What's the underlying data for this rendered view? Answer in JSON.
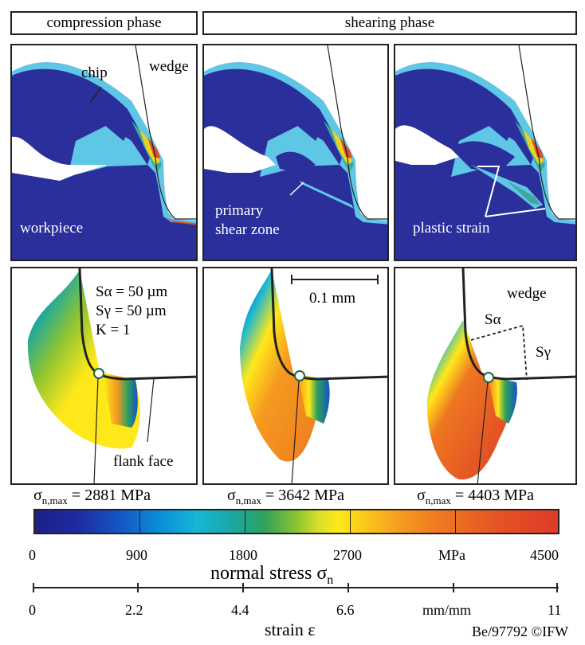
{
  "phases": {
    "compression": "compression phase",
    "shearing": "shearing phase"
  },
  "top_labels": {
    "chip": "chip",
    "wedge": "wedge",
    "workpiece": "workpiece",
    "primary_shear_zone_1": "primary",
    "primary_shear_zone_2": "shear zone",
    "plastic_strain": "plastic strain"
  },
  "bottom_labels": {
    "s_alpha": "Sα = 50 µm",
    "s_gamma": "Sγ = 50 µm",
    "k": "K   = 1",
    "flank_face": "flank face",
    "scale_bar": "0.1 mm",
    "wedge": "wedge",
    "s_alpha_short": "Sα",
    "s_gamma_short": "Sγ"
  },
  "sigma_max": {
    "prefix": "σ",
    "sub": "n,max",
    "values": [
      "= 2881 MPa",
      "= 3642 MPa",
      "= 4403 MPa"
    ]
  },
  "stress_scale": {
    "ticks": [
      "0",
      "900",
      "1800",
      "2700",
      "MPa",
      "4500"
    ],
    "title_prefix": "normal stress σ",
    "title_sub": "n",
    "colors": {
      "low": "#1e1f8a",
      "mid": "#ffe81a",
      "high": "#dc3b28"
    }
  },
  "strain_scale": {
    "ticks": [
      "0",
      "2.2",
      "4.4",
      "6.6",
      "mm/mm",
      "11"
    ],
    "title": "strain ε"
  },
  "copyright": "Be/97792 ©IFW"
}
